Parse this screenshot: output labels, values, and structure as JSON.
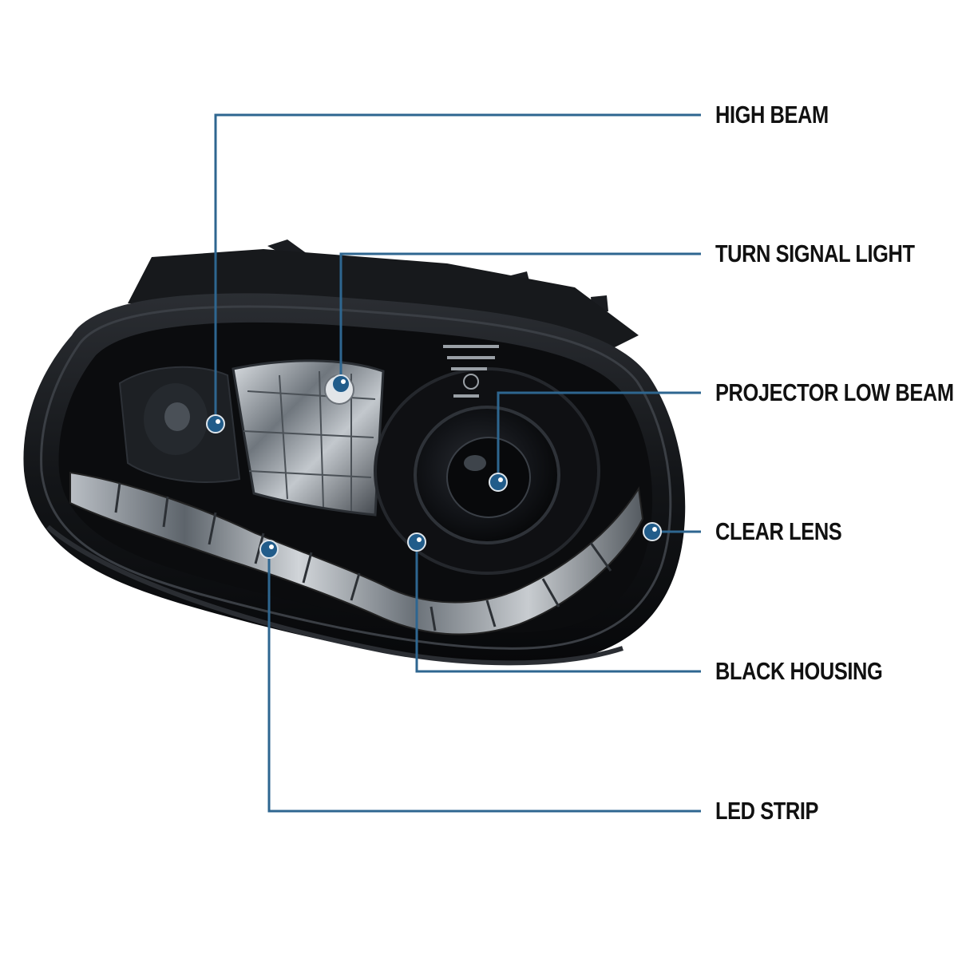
{
  "colors": {
    "leader_line": "#2e6690",
    "marker_fill": "#215c8a",
    "marker_ring": "#ffffff",
    "housing": "#101114",
    "chrome": "#8b9197",
    "label_text": "#111111"
  },
  "icons": {
    "marker": "callout-dot-icon"
  },
  "callouts": [
    {
      "id": "high-beam",
      "label": "HIGH BEAM"
    },
    {
      "id": "turn-signal-light",
      "label": "TURN SIGNAL LIGHT"
    },
    {
      "id": "projector-low-beam",
      "label": "PROJECTOR LOW BEAM"
    },
    {
      "id": "clear-lens",
      "label": "CLEAR LENS"
    },
    {
      "id": "black-housing",
      "label": "BLACK HOUSING"
    },
    {
      "id": "led-strip",
      "label": "LED STRIP"
    }
  ]
}
